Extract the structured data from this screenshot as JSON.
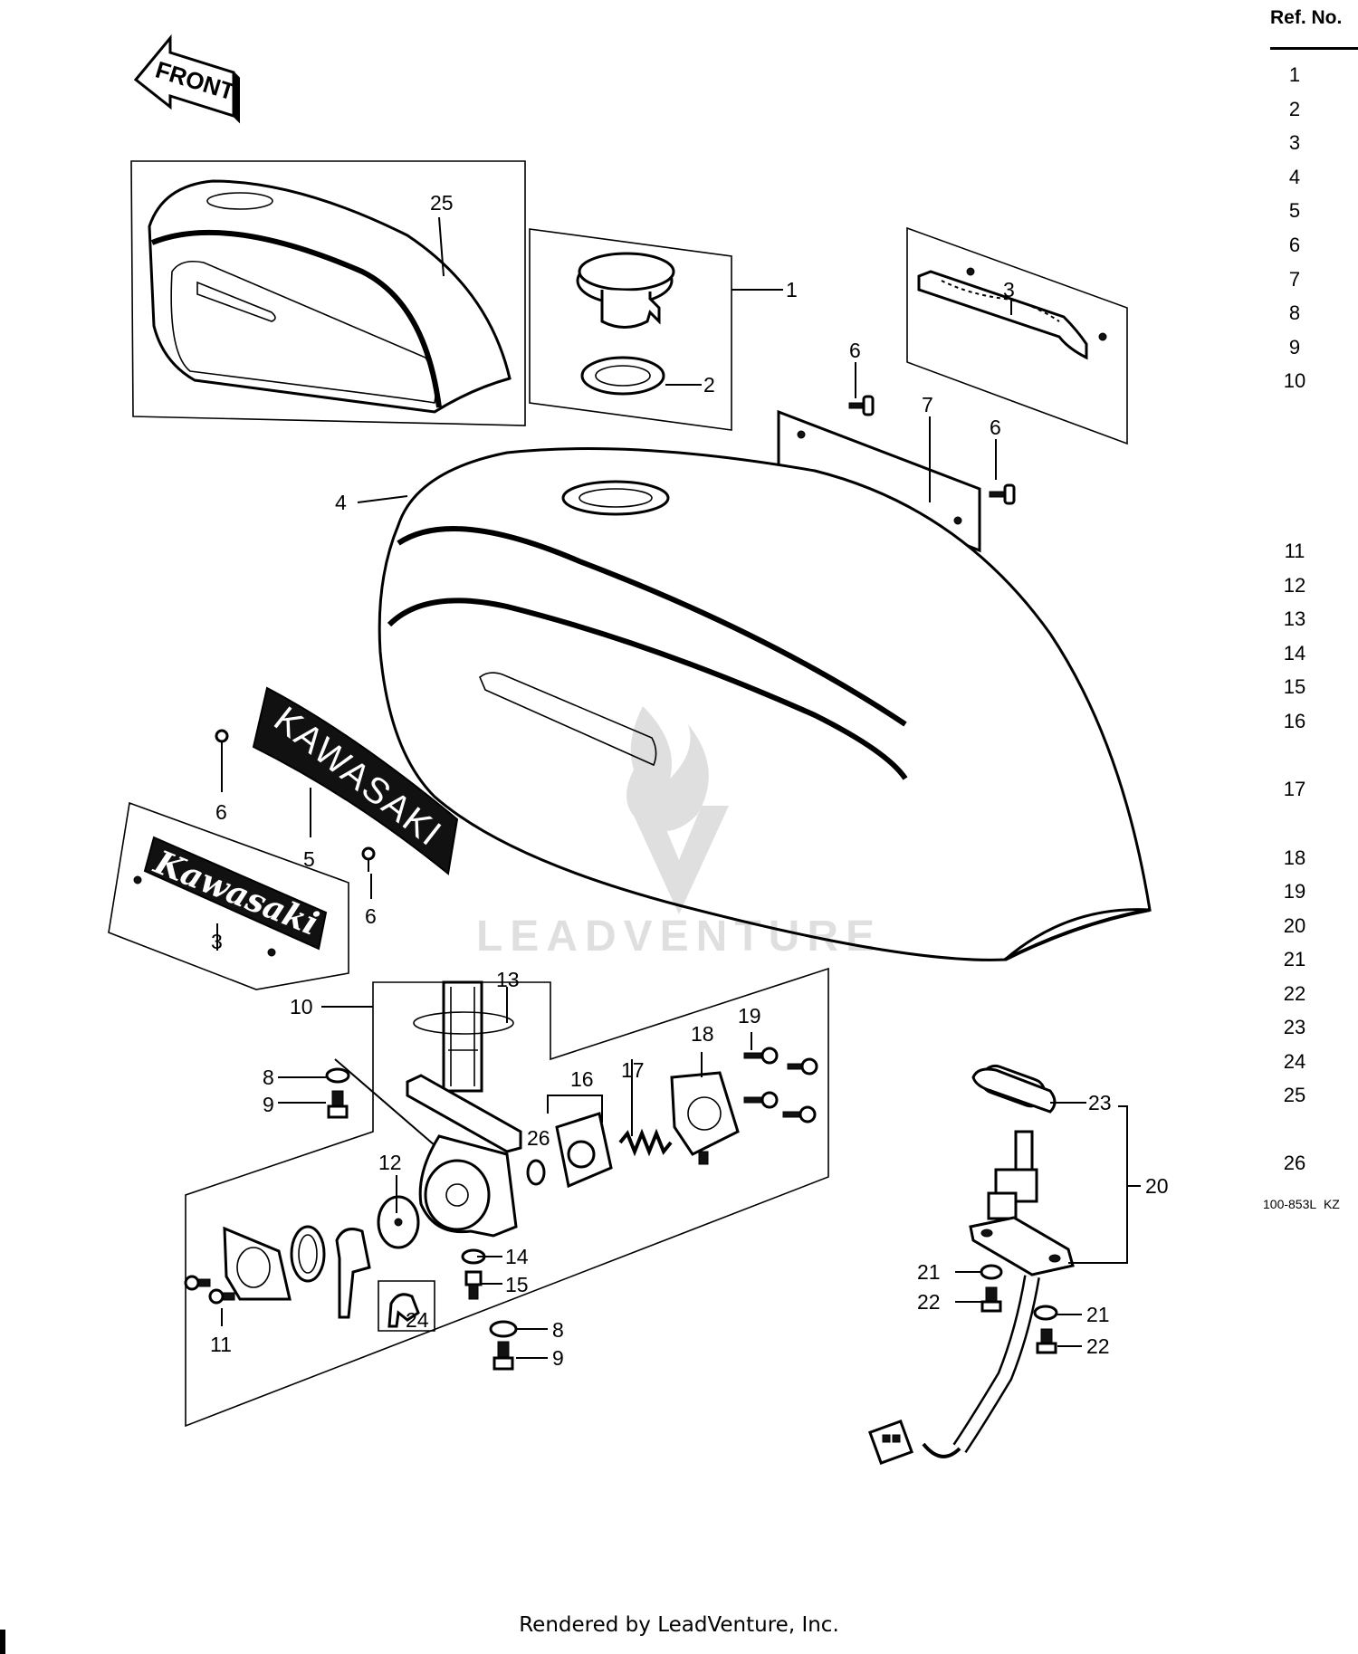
{
  "ref_panel": {
    "header": "Ref. No.",
    "numbers": [
      "1",
      "2",
      "3",
      "4",
      "5",
      "6",
      "7",
      "8",
      "9",
      "10",
      "11",
      "12",
      "13",
      "14",
      "15",
      "16",
      "17",
      "18",
      "19",
      "20",
      "21",
      "22",
      "23",
      "24",
      "25",
      "26"
    ],
    "code": "100-853L",
    "code_suffix": "KZ"
  },
  "labels": {
    "front": "FRONT",
    "brand_upper": "KAWASAKI",
    "brand_script": "Kawasaki",
    "watermark": "LEADVENTURE"
  },
  "callouts": {
    "c1": "1",
    "c2": "2",
    "c3a": "3",
    "c3b": "3",
    "c4": "4",
    "c5": "5",
    "c6a": "6",
    "c6b": "6",
    "c6c": "6",
    "c6d": "6",
    "c7": "7",
    "c8a": "8",
    "c8b": "8",
    "c9a": "9",
    "c9b": "9",
    "c10": "10",
    "c11": "11",
    "c12": "12",
    "c13": "13",
    "c14": "14",
    "c15": "15",
    "c16": "16",
    "c17": "17",
    "c18": "18",
    "c19": "19",
    "c20": "20",
    "c21a": "21",
    "c21b": "21",
    "c22a": "22",
    "c22b": "22",
    "c23": "23",
    "c24": "24",
    "c25": "25",
    "c26": "26"
  },
  "footer": "Rendered by LeadVenture, Inc."
}
